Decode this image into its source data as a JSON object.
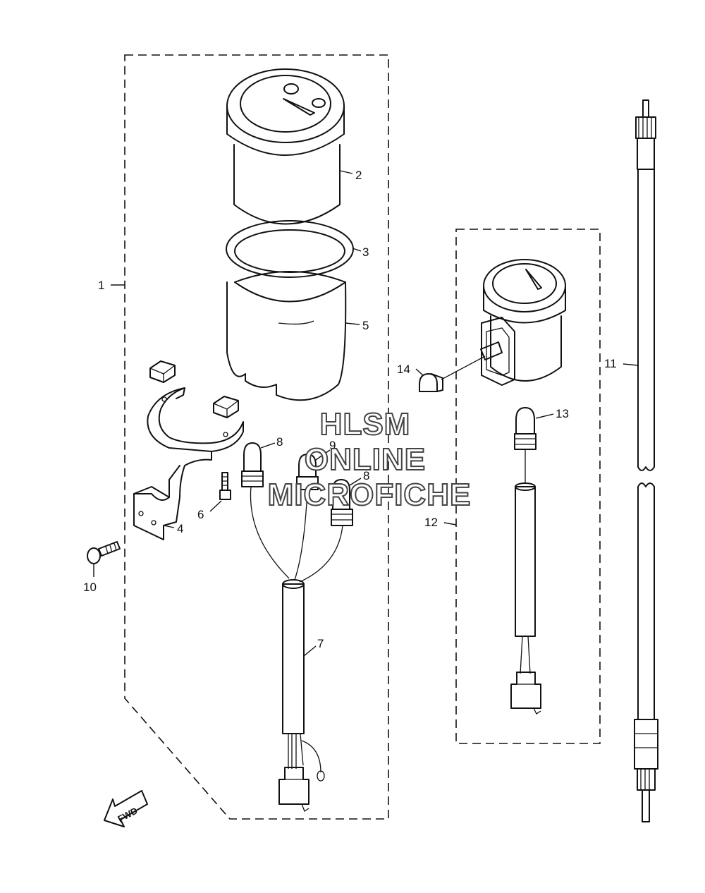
{
  "callouts": {
    "c1": "1",
    "c2": "2",
    "c3": "3",
    "c4": "4",
    "c5": "5",
    "c6": "6",
    "c7": "7",
    "c8a": "8",
    "c8b": "8",
    "c9": "9",
    "c10": "10",
    "c11": "11",
    "c12": "12",
    "c13": "13",
    "c14": "14"
  },
  "direction_label": "FWD",
  "watermark": {
    "line1": "HLSM",
    "line2": "ONLINE",
    "line3": "MICROFICHE"
  }
}
